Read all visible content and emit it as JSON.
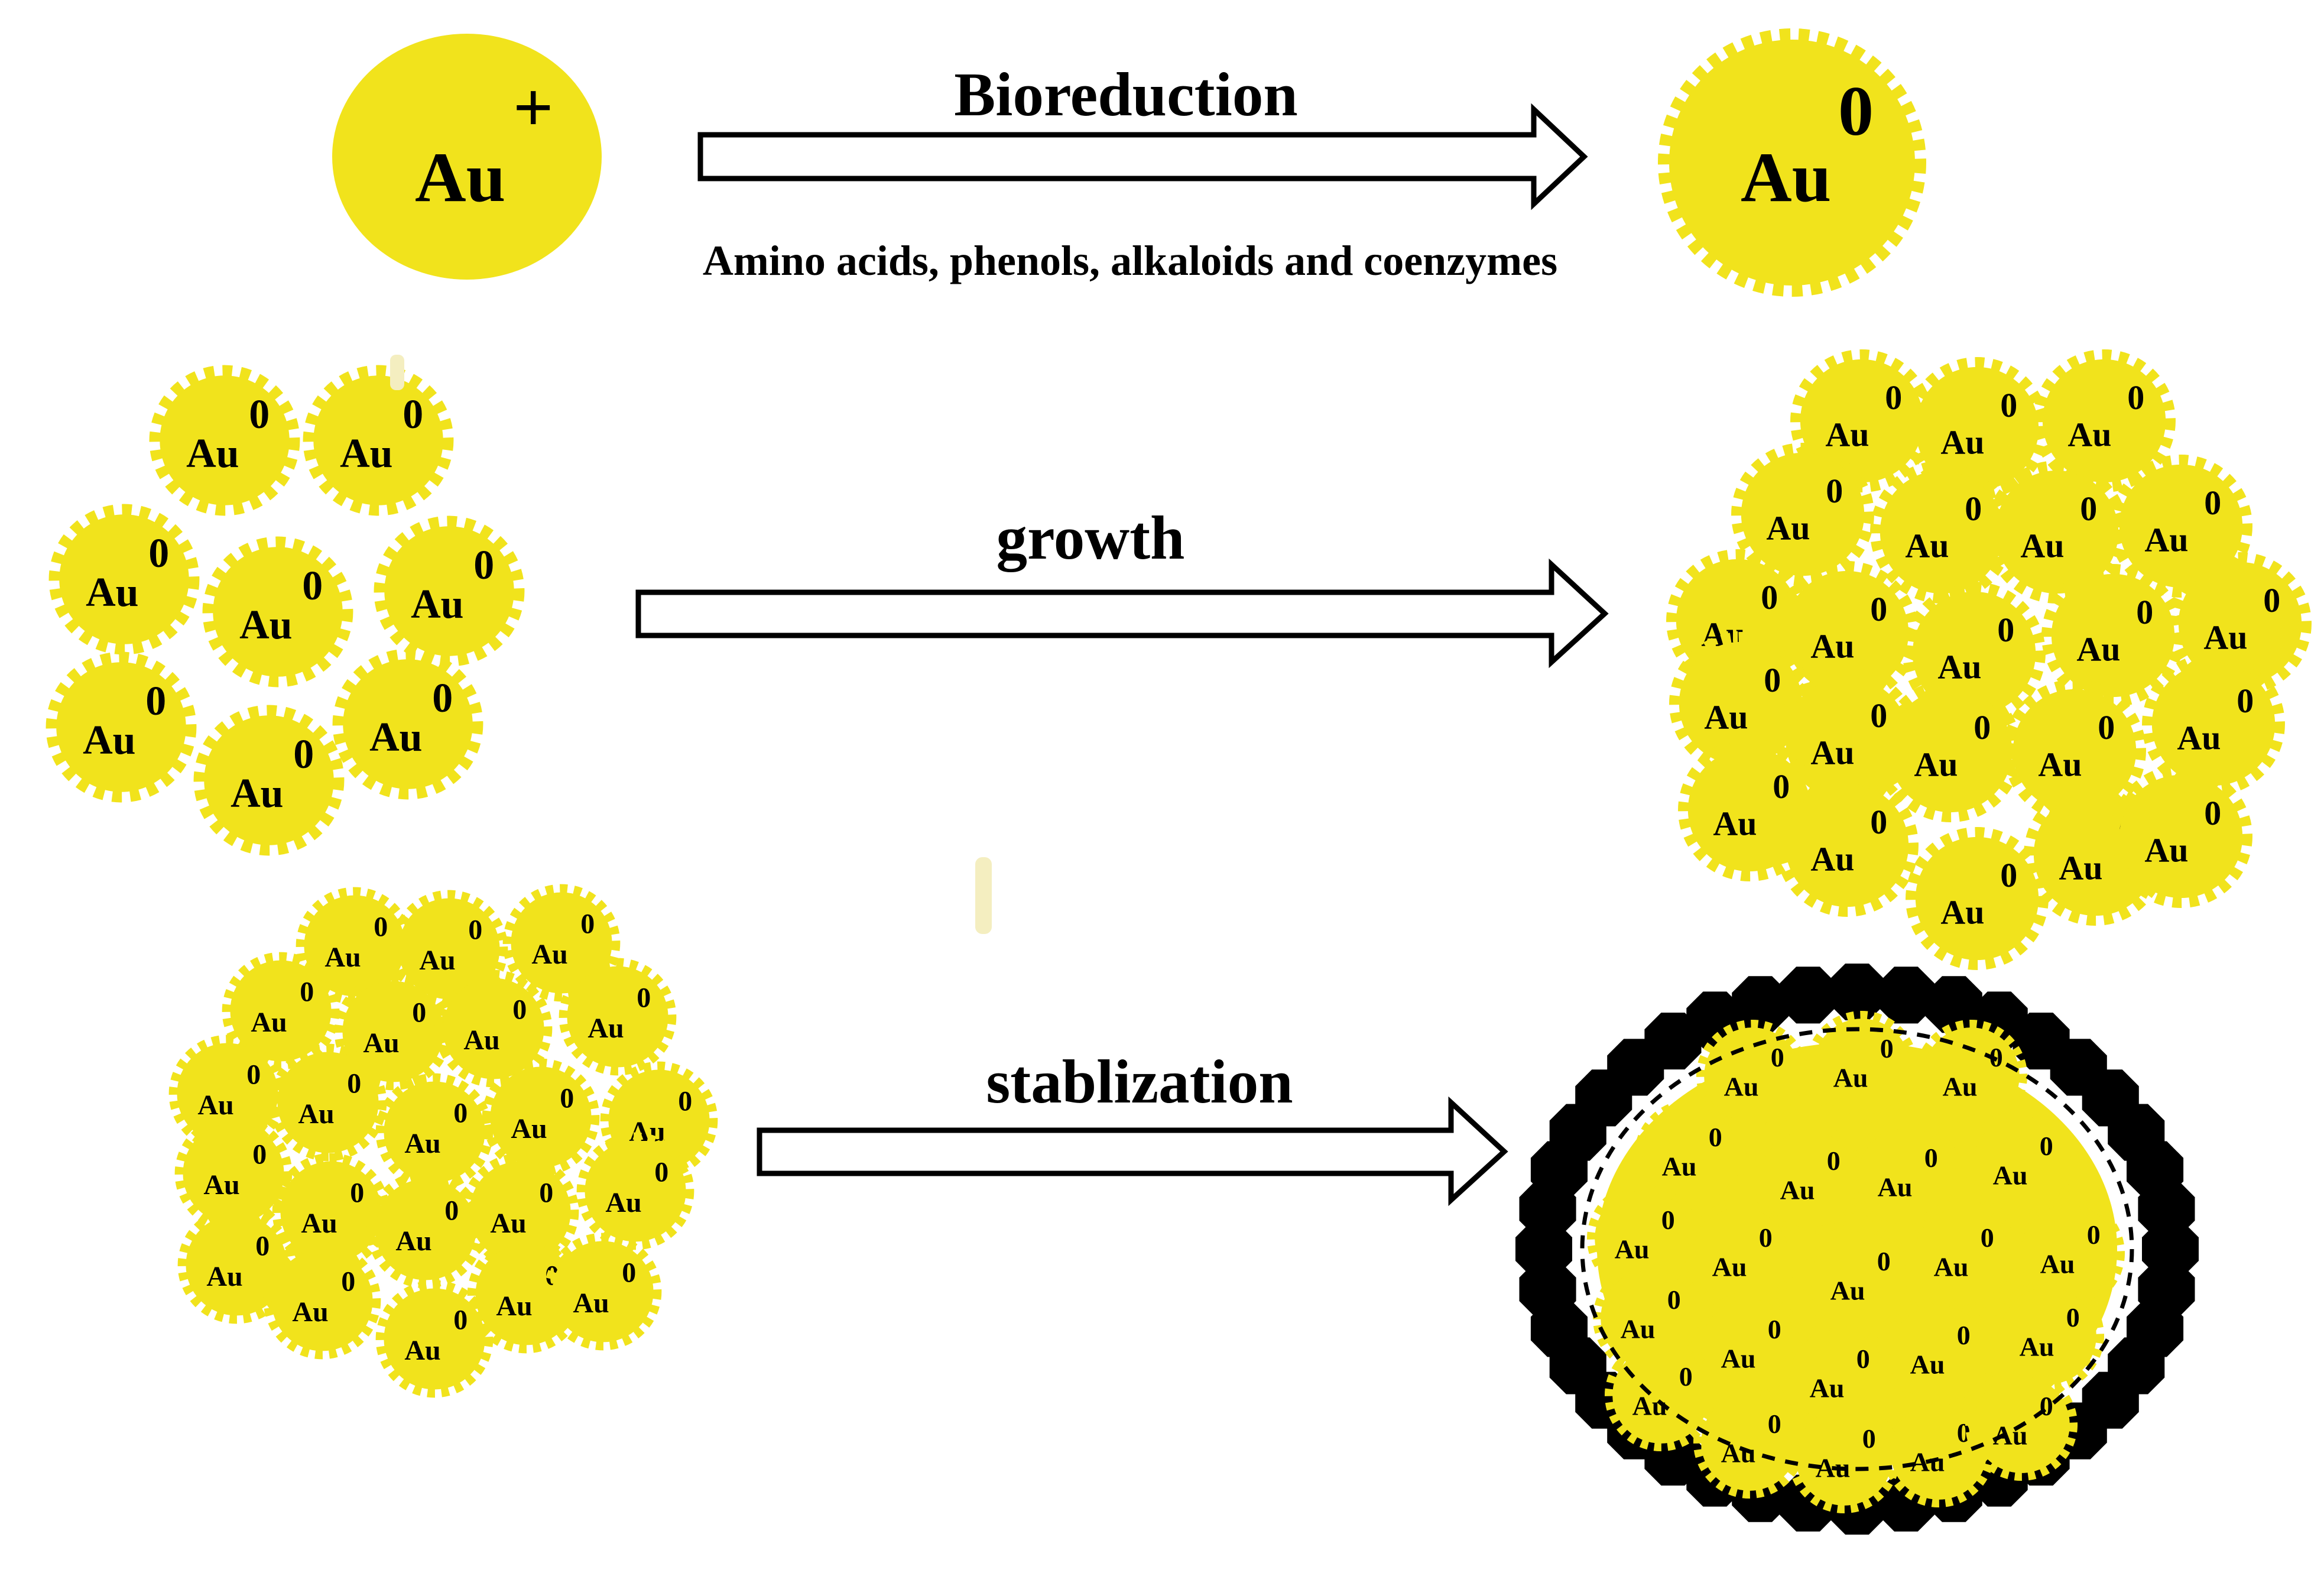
{
  "labels": {
    "bioreduction": "Bioreduction",
    "bioreduction_agents": "Amino acids, phenols, alkaloids and coenzymes",
    "growth": "growth",
    "stabilization": "stablization"
  },
  "ions": {
    "symbol": "Au",
    "ion_charge": "+",
    "atom_charge": "0"
  },
  "colors": {
    "gold": "#f1e31c",
    "capping": "#000000",
    "arrow_stroke": "#000000",
    "background": "#ffffff"
  }
}
